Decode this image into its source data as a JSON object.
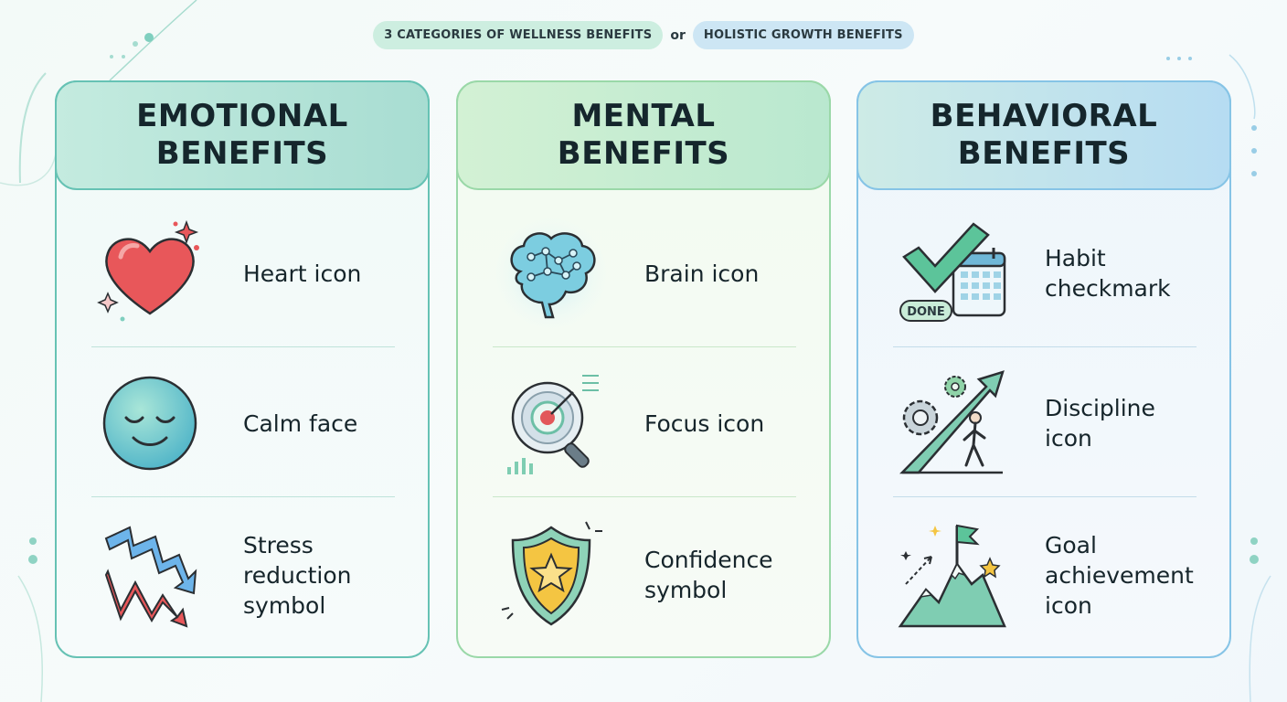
{
  "top_pills": {
    "left": "3 CATEGORIES OF WELLNESS BENEFITS",
    "separator": "or",
    "right": "HOLISTIC GROWTH BENEFITS"
  },
  "columns": [
    {
      "title_line1": "EMOTIONAL",
      "title_line2": "BENEFITS",
      "items": [
        {
          "label": "Heart icon",
          "icon": "heart-icon"
        },
        {
          "label": "Calm face",
          "icon": "calm-face-icon"
        },
        {
          "label": "Stress\nreduction\nsymbol",
          "icon": "stress-reduction-icon"
        }
      ]
    },
    {
      "title_line1": "MENTAL",
      "title_line2": "BENEFITS",
      "items": [
        {
          "label": "Brain icon",
          "icon": "brain-icon"
        },
        {
          "label": "Focus icon",
          "icon": "focus-icon"
        },
        {
          "label": "Confidence\nsymbol",
          "icon": "confidence-shield-icon"
        }
      ]
    },
    {
      "title_line1": "BEHAVIORAL",
      "title_line2": "BENEFITS",
      "items": [
        {
          "label": "Habit\ncheckmark",
          "icon": "habit-checkmark-icon",
          "badge": "DONE"
        },
        {
          "label": "Discipline\nicon",
          "icon": "discipline-icon"
        },
        {
          "label": "Goal\nachievement\nicon",
          "icon": "goal-achievement-icon"
        }
      ]
    }
  ],
  "colors": {
    "emotional_border": "#66c2b4",
    "mental_border": "#9ad8a8",
    "behavioral_border": "#86c4e6",
    "heart": "#e8575a",
    "calm_face": "#5cc9b8",
    "stress_blue": "#4a9be0",
    "stress_red": "#e24a4a",
    "brain": "#6cc3dc",
    "focus_red": "#e2575a",
    "shield": "#7fcdb2",
    "star": "#f4c542",
    "check": "#5cc49a",
    "calendar": "#6fb8d8"
  }
}
